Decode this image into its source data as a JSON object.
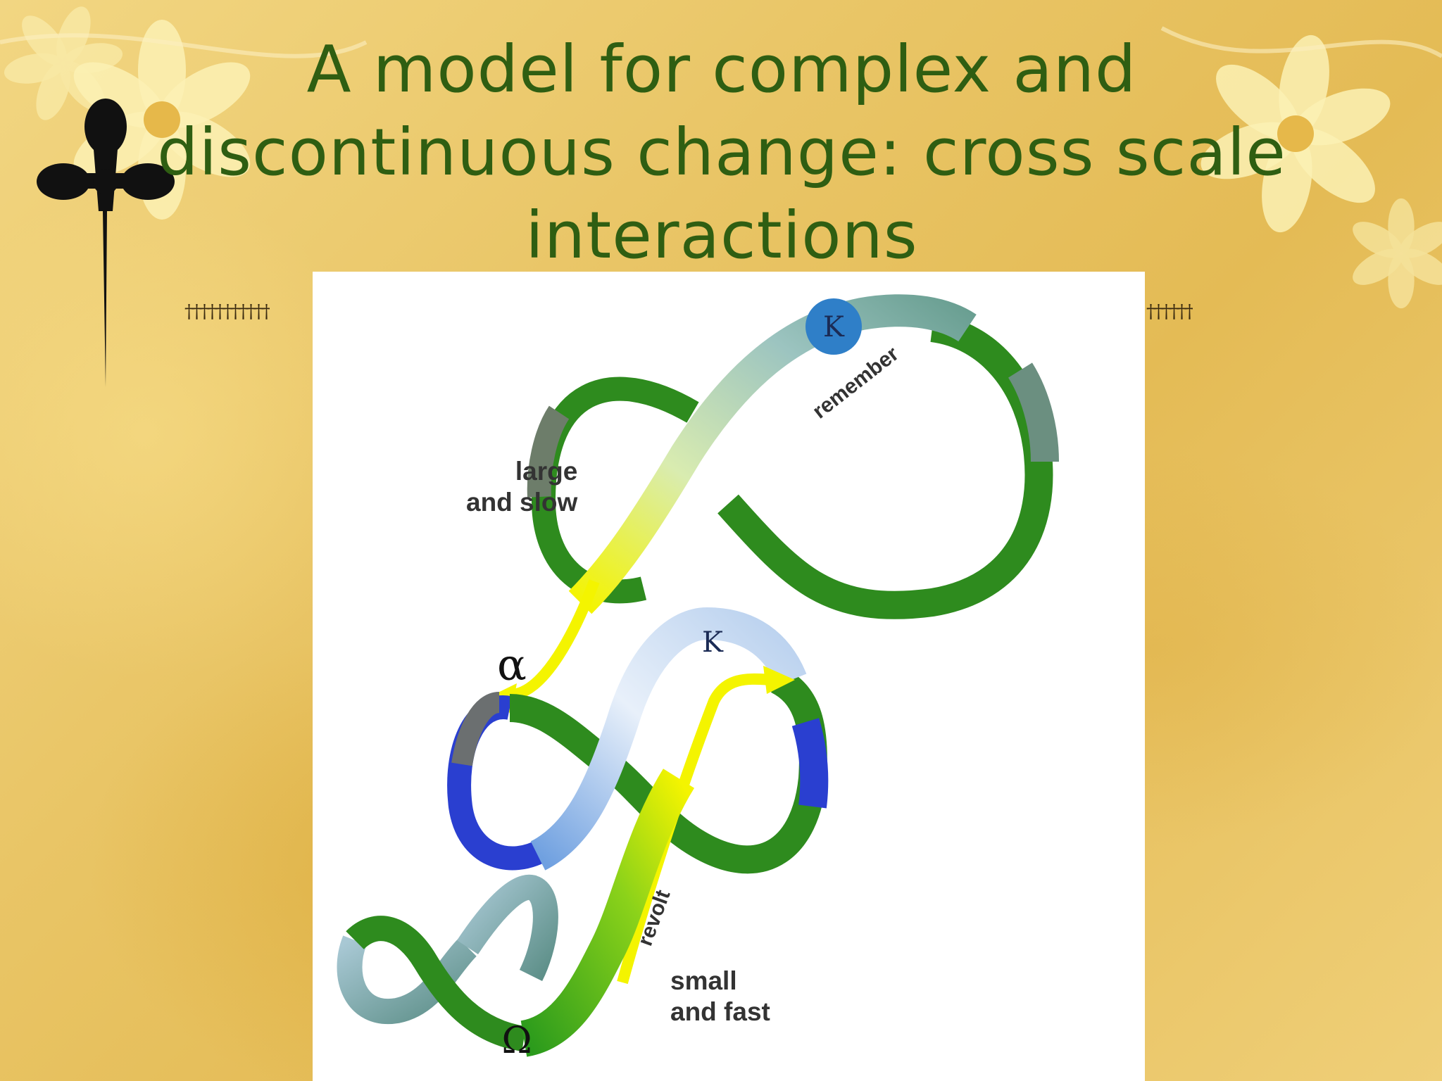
{
  "slide": {
    "title": "A model for complex and discontinuous change: cross scale interactions",
    "title_lines": [
      "A model for complex and",
      "discontinuous change: cross scale",
      "interactions"
    ]
  },
  "rule": {
    "left_daggers": "†††††††††††",
    "right_daggers": "††††††"
  },
  "diagram": {
    "upper_label": [
      "large",
      "and  slow"
    ],
    "lower_label": [
      "small",
      "and fast"
    ],
    "remember_label": "remember",
    "revolt_label": "revolt",
    "k_upper": "K",
    "k_lower": "K",
    "alpha": "α",
    "omega": "Ω"
  },
  "colors": {
    "title": "#2f5e12",
    "green_band": "#2e8b1e",
    "grey_band": "#7fa89a",
    "blue_band": "#2a3fd0",
    "yellow_arrow": "#f4f400",
    "k_circle": "#2f7fc8"
  }
}
